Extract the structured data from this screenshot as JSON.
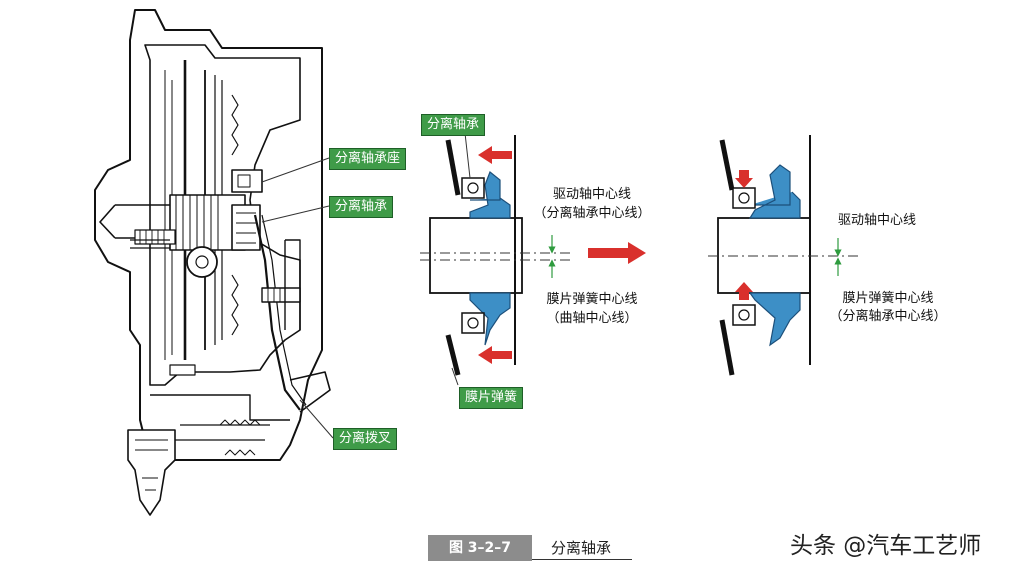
{
  "colors": {
    "label_green": "#3f9b48",
    "arrow_red": "#d9302c",
    "part_blue": "#3d8fc6",
    "center_arrow_green": "#2e9b3e"
  },
  "labels": {
    "bearing_seat": "分离轴承座",
    "bearing_left": "分离轴承",
    "fork": "分离拨叉",
    "bearing_mid": "分离轴承",
    "diaphragm": "膜片弹簧"
  },
  "middle": {
    "drive_centerline": "驱动轴中心线",
    "drive_centerline_sub": "（分离轴承中心线）",
    "spring_centerline": "膜片弹簧中心线",
    "spring_centerline_sub": "（曲轴中心线）"
  },
  "right": {
    "drive_centerline": "驱动轴中心线",
    "spring_centerline": "膜片弹簧中心线",
    "spring_centerline_sub": "（分离轴承中心线）"
  },
  "caption": {
    "figure_tag": "图 3–2–7",
    "title": "分离轴承"
  },
  "watermark": "头条 @汽车工艺师"
}
